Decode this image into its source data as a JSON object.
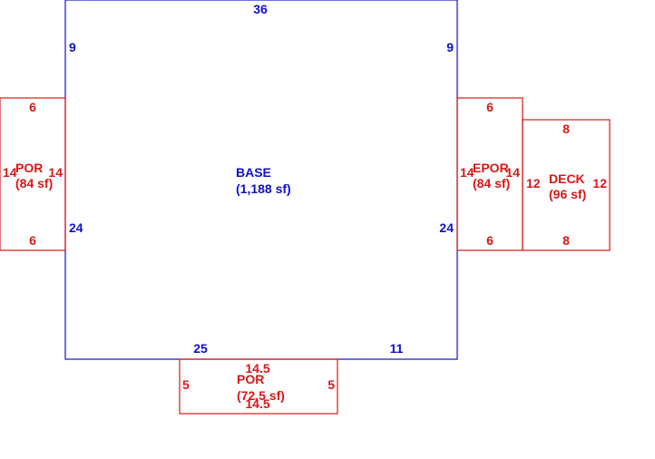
{
  "colors": {
    "base": "#1010c8",
    "addition": "#d81818"
  },
  "sketch": {
    "base": {
      "label": "BASE",
      "area": "(1,188 sf)",
      "dims": {
        "top": "36",
        "left_upper": "9",
        "right_upper": "9",
        "left_lower": "24",
        "right_lower": "24",
        "bottom_left": "25",
        "bottom_right": "11"
      }
    },
    "left_porch": {
      "label": "POR",
      "area": "(84 sf)",
      "dims": {
        "top": "6",
        "bottom": "6",
        "left": "14",
        "right": "14"
      }
    },
    "enclosed_porch": {
      "label": "EPOR",
      "area": "(84 sf)",
      "dims": {
        "top": "6",
        "bottom": "6",
        "left": "14",
        "right": "14"
      }
    },
    "deck": {
      "label": "DECK",
      "area": "(96 sf)",
      "dims": {
        "top": "8",
        "bottom": "8",
        "left": "12",
        "right": "12"
      }
    },
    "bottom_porch": {
      "label": "POR",
      "area": "(72.5 sf)",
      "dims": {
        "top": "14.5",
        "bottom": "14.5",
        "left": "5",
        "right": "5"
      }
    }
  }
}
